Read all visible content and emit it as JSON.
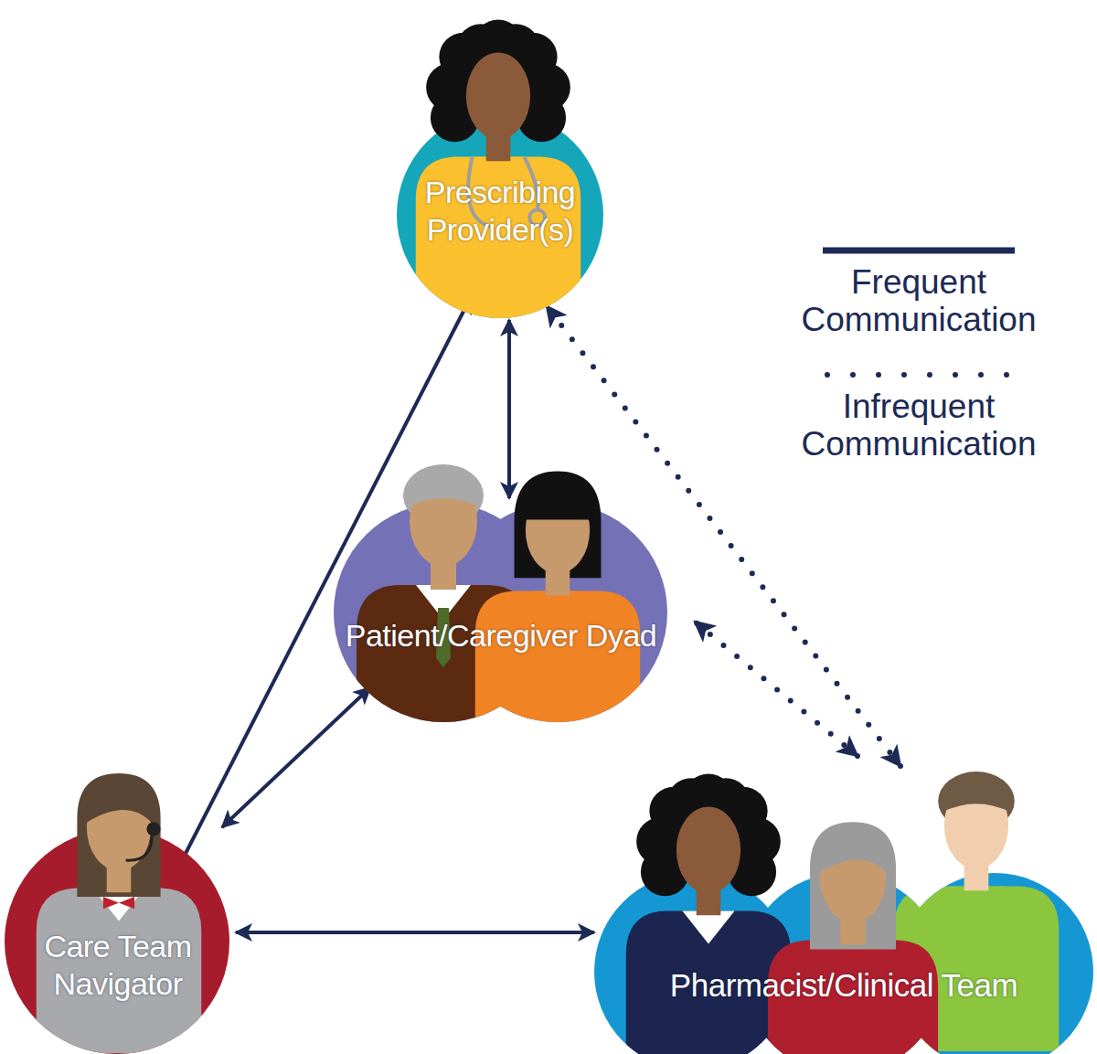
{
  "diagram": {
    "nodes": [
      {
        "text": [
          "Prescribing Provider(s)"
        ]
      },
      {
        "text": [
          "Patient/Caregiver Dyad"
        ]
      },
      {
        "text": [
          "Care Team Navigator"
        ]
      },
      {
        "text": [
          "Pharmacist/Clinical Team"
        ]
      }
    ],
    "edges": [
      {
        "from": 2,
        "to": 0,
        "arrow": "both"
      },
      {
        "from": 1,
        "to": 0,
        "arrow": "both"
      },
      {
        "from": 2,
        "to": 1,
        "arrow": "both"
      },
      {
        "from": 2,
        "to": 3,
        "arrow": "both"
      },
      {
        "from": 3,
        "to": 0,
        "arrow": "both"
      },
      {
        "from": 3,
        "to": 1,
        "arrow": "both"
      }
    ],
    "legend": [
      {
        "text": "Frequent Communication"
      },
      {
        "text": "Infrequent Communication"
      }
    ]
  }
}
